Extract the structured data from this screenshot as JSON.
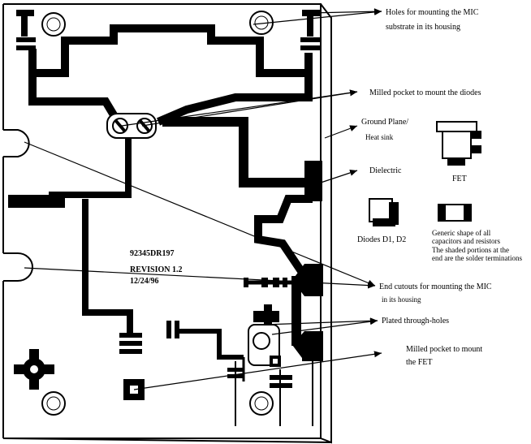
{
  "labels": {
    "mounting_holes_1": "Holes for mounting the MIC",
    "mounting_holes_2": "substrate in its housing",
    "milled_pocket_diodes": "Milled pocket to mount the diodes",
    "ground_plane_1": "Ground Plane/",
    "ground_plane_2": "Heat sink",
    "fet": "FET",
    "dielectric": "Dielectric",
    "diodes": "Diodes D1, D2",
    "generic_shape_1": "Generic shape of all",
    "generic_shape_2": "capacitors and resistors",
    "shaded_1": "The shaded portions at the",
    "shaded_2": "end are the solder terminations",
    "part_number": "92345DR197",
    "revision": "REVISION 1.2",
    "date": "12/24/96",
    "end_cutouts_1": "End cutouts for mounting the MIC",
    "end_cutouts_2": "in its housing",
    "plated_holes": "Plated through-holes",
    "milled_pocket_fet_1": "Milled pocket to mount",
    "milled_pocket_fet_2": "the FET"
  },
  "colors": {
    "ink": "#000000",
    "paper": "#ffffff"
  }
}
